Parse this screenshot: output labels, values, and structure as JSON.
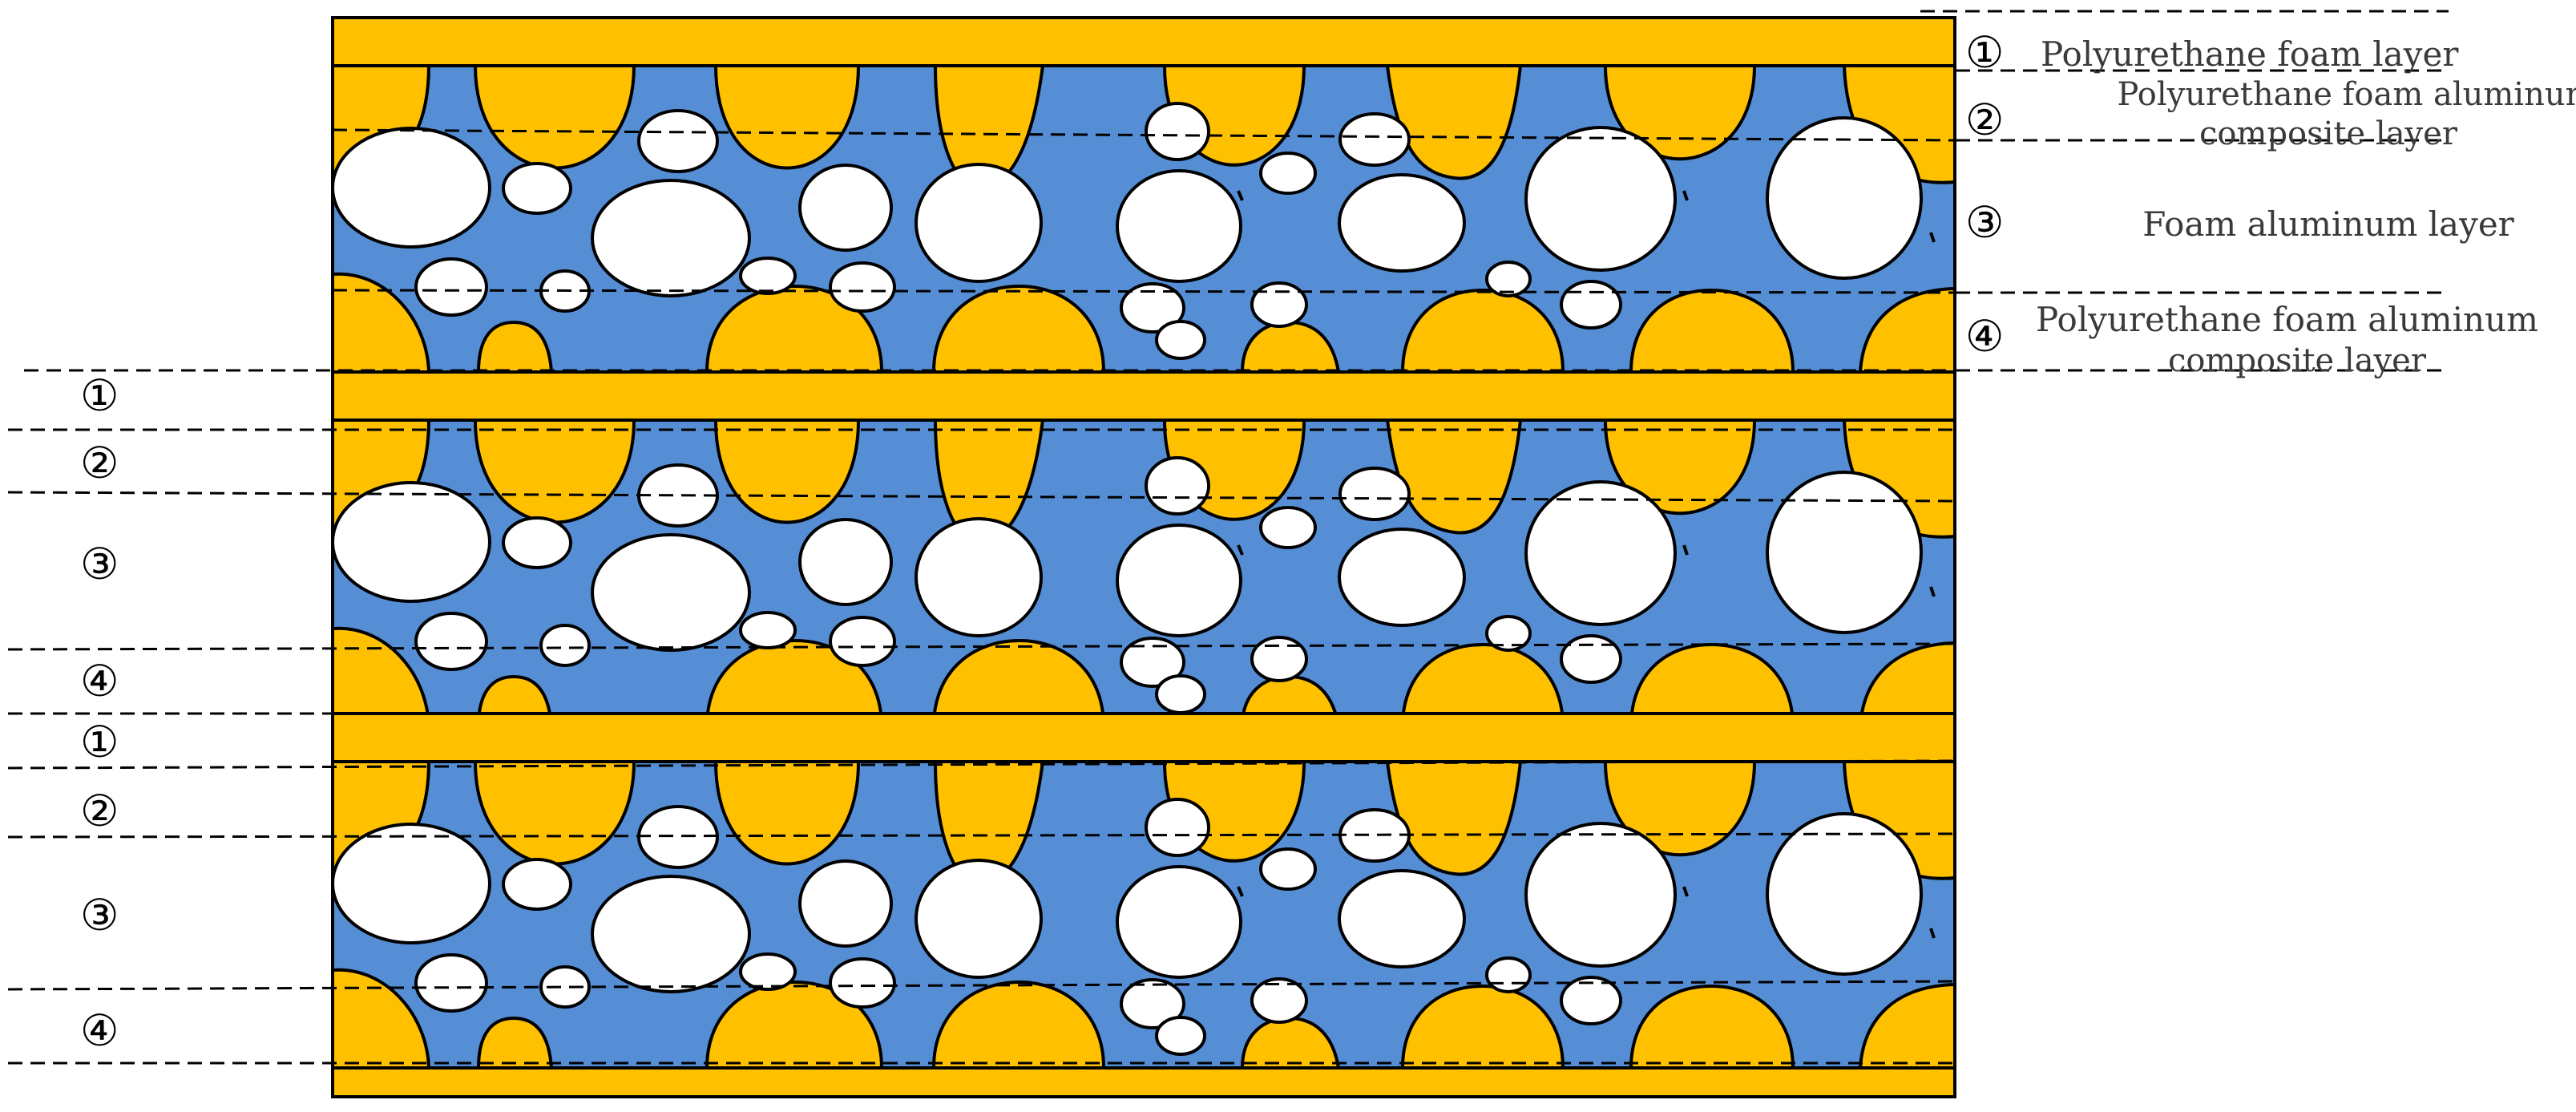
{
  "legend": [
    {
      "num": "①",
      "label": "Polyurethane foam layer",
      "label_line2": ""
    },
    {
      "num": "②",
      "label": "Polyurethane foam aluminum",
      "label_line2": "composite layer"
    },
    {
      "num": "③",
      "label": "Foam aluminum layer",
      "label_line2": ""
    },
    {
      "num": "④",
      "label": "Polyurethane foam aluminum",
      "label_line2": "composite layer"
    }
  ],
  "left_markers": [
    "①",
    "②",
    "③",
    "④",
    "①",
    "②",
    "③",
    "④"
  ],
  "colors": {
    "polyurethane": "#FFC000",
    "aluminum": "#558ED5",
    "pore": "#FFFFFF",
    "outline": "#000000"
  }
}
